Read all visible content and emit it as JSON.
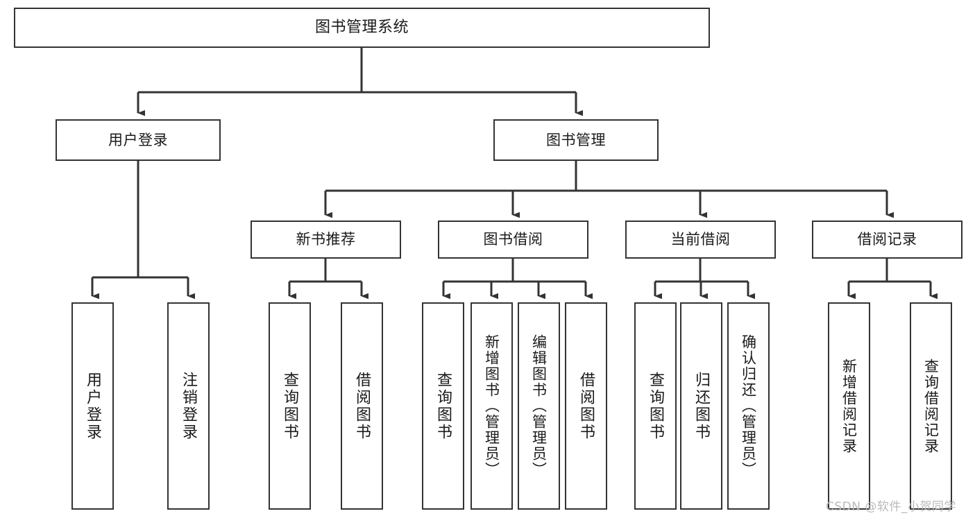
{
  "diagram": {
    "type": "tree-hierarchy",
    "title": "图书管理系统",
    "orientation": "top-down",
    "colors": {
      "stroke": "#333333",
      "box_fill": "#ffffff",
      "text": "#1a1a1a",
      "background": "#ffffff",
      "watermark": "#b9b9b9"
    },
    "levels": {
      "level1": [
        "图书管理系统"
      ],
      "level2": [
        "用户登录",
        "图书管理"
      ],
      "level3": [
        "新书推荐",
        "图书借阅",
        "当前借阅",
        "借阅记录"
      ],
      "level4": [
        "用户登录",
        "注销登录",
        "查询图书",
        "借阅图书",
        "查询图书",
        "新增图书（管理员）",
        "编辑图书（管理员）",
        "借阅图书",
        "查询图书",
        "归还图书",
        "确认归还（管理员）",
        "新增借阅记录",
        "查询借阅记录"
      ]
    },
    "nodes": {
      "root": {
        "label": "图书管理系统"
      },
      "user_login": {
        "label": "用户登录"
      },
      "book_mgmt": {
        "label": "图书管理"
      },
      "new_book_rec": {
        "label": "新书推荐"
      },
      "book_borrow": {
        "label": "图书借阅"
      },
      "current_borrow": {
        "label": "当前借阅"
      },
      "borrow_record": {
        "label": "借阅记录"
      },
      "leaf_user_login": {
        "label": "用户登录"
      },
      "leaf_logout": {
        "label": "注销登录"
      },
      "leaf_query_book_1": {
        "label": "查询图书"
      },
      "leaf_borrow_book_1": {
        "label": "借阅图书"
      },
      "leaf_query_book_2": {
        "label": "查询图书"
      },
      "leaf_add_book": {
        "label": "新增图书（管理员）"
      },
      "leaf_edit_book": {
        "label": "编辑图书（管理员）"
      },
      "leaf_borrow_book_2": {
        "label": "借阅图书"
      },
      "leaf_query_book_3": {
        "label": "查询图书"
      },
      "leaf_return_book": {
        "label": "归还图书"
      },
      "leaf_confirm_return": {
        "label": "确认归还（管理员）"
      },
      "leaf_add_record": {
        "label": "新增借阅记录"
      },
      "leaf_query_record": {
        "label": "查询借阅记录"
      }
    },
    "edges": [
      {
        "from": "root",
        "to": "user_login"
      },
      {
        "from": "root",
        "to": "book_mgmt"
      },
      {
        "from": "user_login",
        "to": "leaf_user_login"
      },
      {
        "from": "user_login",
        "to": "leaf_logout"
      },
      {
        "from": "book_mgmt",
        "to": "new_book_rec"
      },
      {
        "from": "book_mgmt",
        "to": "book_borrow"
      },
      {
        "from": "book_mgmt",
        "to": "current_borrow"
      },
      {
        "from": "book_mgmt",
        "to": "borrow_record"
      },
      {
        "from": "new_book_rec",
        "to": "leaf_query_book_1"
      },
      {
        "from": "new_book_rec",
        "to": "leaf_borrow_book_1"
      },
      {
        "from": "book_borrow",
        "to": "leaf_query_book_2"
      },
      {
        "from": "book_borrow",
        "to": "leaf_add_book"
      },
      {
        "from": "book_borrow",
        "to": "leaf_edit_book"
      },
      {
        "from": "book_borrow",
        "to": "leaf_borrow_book_2"
      },
      {
        "from": "current_borrow",
        "to": "leaf_query_book_3"
      },
      {
        "from": "current_borrow",
        "to": "leaf_return_book"
      },
      {
        "from": "current_borrow",
        "to": "leaf_confirm_return"
      },
      {
        "from": "borrow_record",
        "to": "leaf_add_record"
      },
      {
        "from": "borrow_record",
        "to": "leaf_query_record"
      }
    ]
  },
  "watermark": {
    "text": "CSDN @软件_小贺同学"
  }
}
